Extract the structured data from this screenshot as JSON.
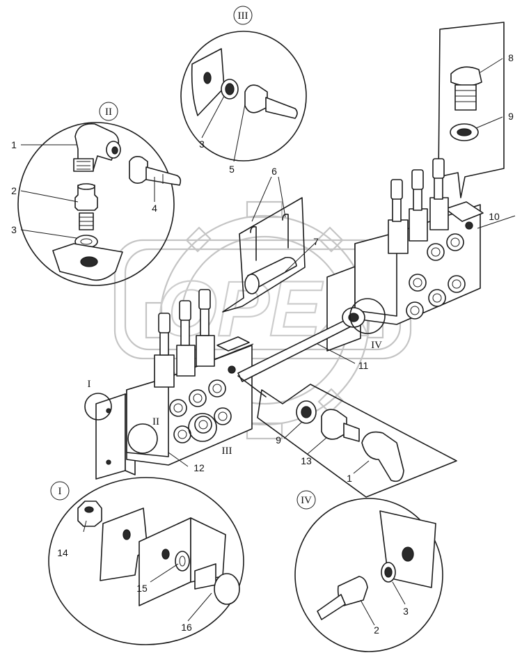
{
  "watermark": {
    "text": "OPEX"
  },
  "views": {
    "view_I": "I",
    "view_II": "II",
    "view_III": "III",
    "view_IV": "IV"
  },
  "callouts": {
    "part_1": "1",
    "part_2": "2",
    "part_3": "3",
    "part_4": "4",
    "part_5": "5",
    "part_6": "6",
    "part_7": "7",
    "part_8": "8",
    "part_9": "9",
    "part_10": "10",
    "part_11": "11",
    "part_12": "12",
    "part_13": "13",
    "part_14": "14",
    "part_15": "15",
    "part_16": "16"
  }
}
